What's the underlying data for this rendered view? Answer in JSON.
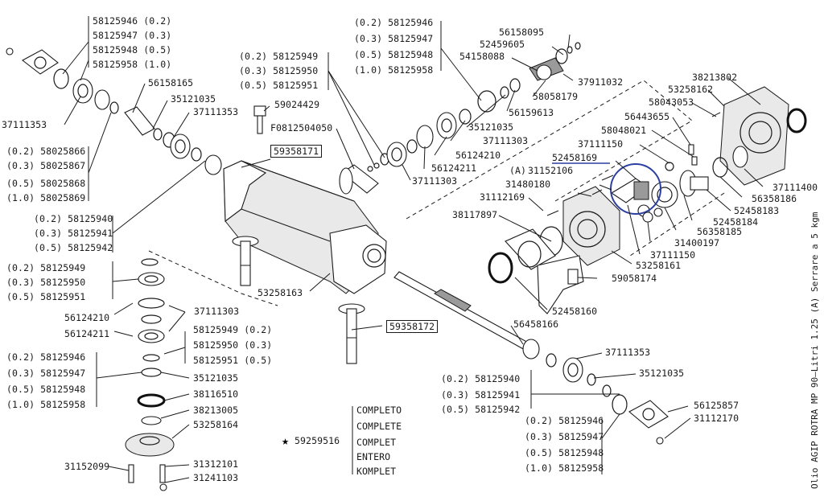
{
  "labels": {
    "l_58125946_0": "58125946  (0.2)",
    "l_58125947_0": "58125947  (0.3)",
    "l_58125948_0": "58125948  (0.5)",
    "l_58125958_0": "58125958  (1.0)",
    "l_37111353_a": "37111353",
    "l_56158165": "56158165",
    "l_35121035_a": "35121035",
    "l_37111353_b": "37111353",
    "l_58025866": "(0.2)  58025866",
    "l_58025867": "(0.3)  58025867",
    "l_58025868": "(0.5)  58025868",
    "l_58025869": "(1.0)  58025869",
    "l_58125940_a": "(0.2)  58125940",
    "l_58125941_a": "(0.3)  58125941",
    "l_58125942_a": "(0.5)  58125942",
    "l_58125949_a": "(0.2)  58125949",
    "l_58125950_a": "(0.3)  58125950",
    "l_58125951_a": "(0.5)  58125951",
    "l_59024429": "59024429",
    "l_F0812504050": "F0812504050",
    "l_59358171": "59358171",
    "l_58125946_b": "(0.2)  58125946",
    "l_58125947_b": "(0.3)  58125947",
    "l_58125948_b": "(0.5)  58125948",
    "l_58125958_b": "(1.0)  58125958",
    "l_56158095": "56158095",
    "l_52459605": "52459605",
    "l_54158088": "54158088",
    "l_37911032": "37911032",
    "l_58058179": "58058179",
    "l_56159613": "56159613",
    "l_35121035_b": "35121035",
    "l_37111303_a": "37111303",
    "l_56124210_a": "56124210",
    "l_56124211_a": "56124211",
    "l_37111303_b": "37111303",
    "l_38213802": "38213802",
    "l_53258162": "53258162",
    "l_58043053": "58043053",
    "l_56443655": "56443655",
    "l_58048021": "58048021",
    "l_37111150_a": "37111150",
    "l_52458169": "52458169",
    "l_A": "(A)",
    "l_31152106": "31152106",
    "l_31480180": "31480180",
    "l_31112169": "31112169",
    "l_38117897": "38117897",
    "l_37111400": "37111400",
    "l_56358186": "56358186",
    "l_52458183": "52458183",
    "l_52458184": "52458184",
    "l_56358185": "56358185",
    "l_31400197": "31400197",
    "l_37111150_b": "37111150",
    "l_53258161": "53258161",
    "l_59058174": "59058174",
    "l_52458160": "52458160",
    "l_53258163": "53258163",
    "l_58125949_c": "(0.2)  58125949",
    "l_58125950_c": "(0.3)  58125950",
    "l_58125951_c": "(0.5)  58125951",
    "l_56124210_b": "56124210",
    "l_56124211_b": "56124211",
    "l_37111303_c": "37111303",
    "l_58125949_d": "58125949  (0.2)",
    "l_58125950_d": "58125950  (0.3)",
    "l_58125951_d": "58125951  (0.5)",
    "l_58125946_c": "(0.2)  58125946",
    "l_58125947_c": "(0.3)  58125947",
    "l_58125948_c": "(0.5)  58125948",
    "l_58125958_c": "(1.0)  58125958",
    "l_35121035_c": "35121035",
    "l_38116510": "38116510",
    "l_38213005": "38213005",
    "l_53258164": "53258164",
    "l_31312101": "31312101",
    "l_31152099": "31152099",
    "l_31241103": "31241103",
    "l_59358172": "59358172",
    "l_56458166": "56458166",
    "l_37111353_c": "37111353",
    "l_35121035_d": "35121035",
    "l_58125940_b": "(0.2)  58125940",
    "l_58125941_b": "(0.3)  58125941",
    "l_58125942_b": "(0.5)  58125942",
    "l_56125857": "56125857",
    "l_31112170": "31112170",
    "l_58125946_d": "(0.2)  58125946",
    "l_58125947_d": "(0.3)  58125947",
    "l_58125948_d": "(0.5)  58125948",
    "l_58125958_d": "(1.0)  58125958",
    "l_59259516": "59259516",
    "l_completo": "COMPLETO",
    "l_complete": "COMPLETE",
    "l_complet": "COMPLET",
    "l_entero": "ENTERO",
    "l_komplet": "KOMPLET"
  },
  "side_note": "Olio AGIP ROTRA MP 90–Litri 1.25   (A)  Serrare a 5 kgm",
  "star_symbol": "★",
  "colors": {
    "ink": "#1a1a1a",
    "highlight": "#2b3fa0"
  }
}
